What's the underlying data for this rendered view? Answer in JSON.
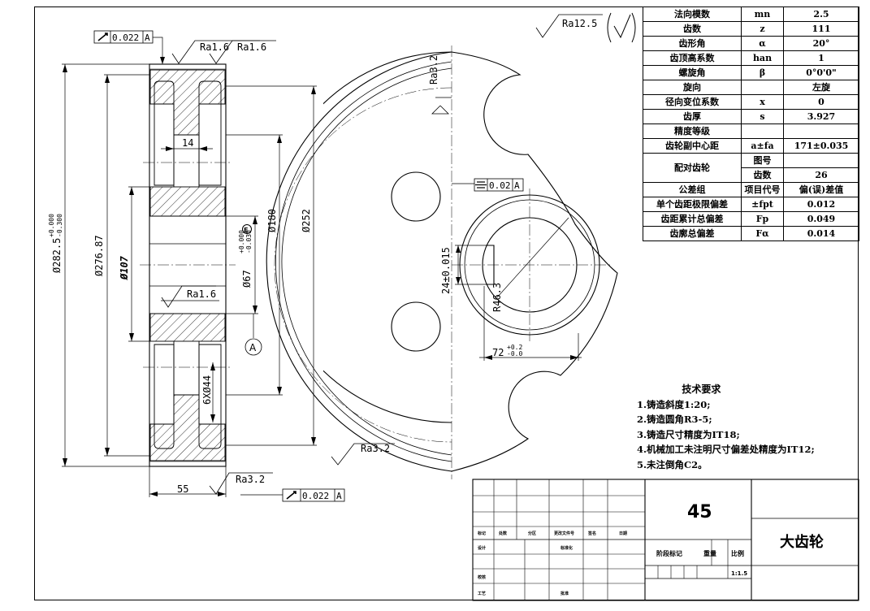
{
  "drawing": {
    "material": "45",
    "part_name": "大齿轮",
    "scale": "1:1.5"
  },
  "front_view": {
    "od1": "Ø282.5",
    "od1_tol_up": "+0.000",
    "od1_tol_lo": "-0.300",
    "od2": "Ø276.87",
    "d107": "Ø107",
    "d67": "Ø67",
    "d67_tol_up": "+0.000",
    "d67_tol_lo": "-0.030",
    "e_mark": "E",
    "d180": "Ø180",
    "d252": "Ø252",
    "width14": "14",
    "holes": "6XØ44",
    "width55": "55",
    "datum": "A",
    "runout_top": "0.022",
    "runout_bottom": "0.022",
    "ra16a": "Ra1.6",
    "ra16b": "Ra1.6",
    "ra16c": "Ra1.6",
    "ra32a": "Ra3.2",
    "ra32b": "Ra3.2"
  },
  "side_view": {
    "ra125": "Ra12.5",
    "ra32": "Ra3.2",
    "symmetry_tol": "0.02",
    "datum": "A",
    "keyway": "24±0.015",
    "r463": "R46.3",
    "w72": "72",
    "w72_up": "+0.2",
    "w72_lo": "-0.0"
  },
  "params": {
    "rows": [
      {
        "name": "法向模数",
        "sym": "mn",
        "val": "2.5"
      },
      {
        "name": "齿数",
        "sym": "z",
        "val": "111"
      },
      {
        "name": "齿形角",
        "sym": "α",
        "val": "20°"
      },
      {
        "name": "齿顶高系数",
        "sym": "han",
        "val": "1"
      },
      {
        "name": "螺旋角",
        "sym": "β",
        "val": "0°0'0\""
      },
      {
        "name": "旋向",
        "sym": "",
        "val": "左旋"
      },
      {
        "name": "径向变位系数",
        "sym": "x",
        "val": "0"
      },
      {
        "name": "齿厚",
        "sym": "s",
        "val": "3.927"
      },
      {
        "name": "精度等级",
        "sym": "",
        "val": ""
      },
      {
        "name": "齿轮副中心距",
        "sym": "a±fa",
        "val": "171±0.035"
      }
    ],
    "pair_label": "配对齿轮",
    "pair_rows": [
      {
        "sym": "图号",
        "val": ""
      },
      {
        "sym": "齿数",
        "val": "26"
      }
    ],
    "tol_header": {
      "name": "公差组",
      "sym": "项目代号",
      "val": "偏(误)差值"
    },
    "tol_rows": [
      {
        "name": "单个齿距极限偏差",
        "sym": "±fpt",
        "val": "0.012"
      },
      {
        "name": "齿距累计总偏差",
        "sym": "Fp",
        "val": "0.049"
      },
      {
        "name": "齿廓总偏差",
        "sym": "Fα",
        "val": "0.014"
      }
    ]
  },
  "requirements": {
    "title": "技术要求",
    "items": [
      "1.铸造斜度1:20;",
      "2.铸造圆角R3-5;",
      "3.铸造尺寸精度为IT18;",
      "4.机械加工未注明尺寸偏差处精度为IT12;",
      "5.未注倒角C2。"
    ]
  },
  "title_block": {
    "labels": {
      "mark": "标记",
      "count": "处数",
      "zone": "分区",
      "change_doc": "更改文件号",
      "sign": "签名",
      "date": "日期",
      "design": "设计",
      "standardize": "标准化",
      "check": "校核",
      "process": "工艺",
      "approve": "批准",
      "stage_mark": "阶段标记",
      "weight": "重量",
      "ratio": "比例"
    }
  }
}
